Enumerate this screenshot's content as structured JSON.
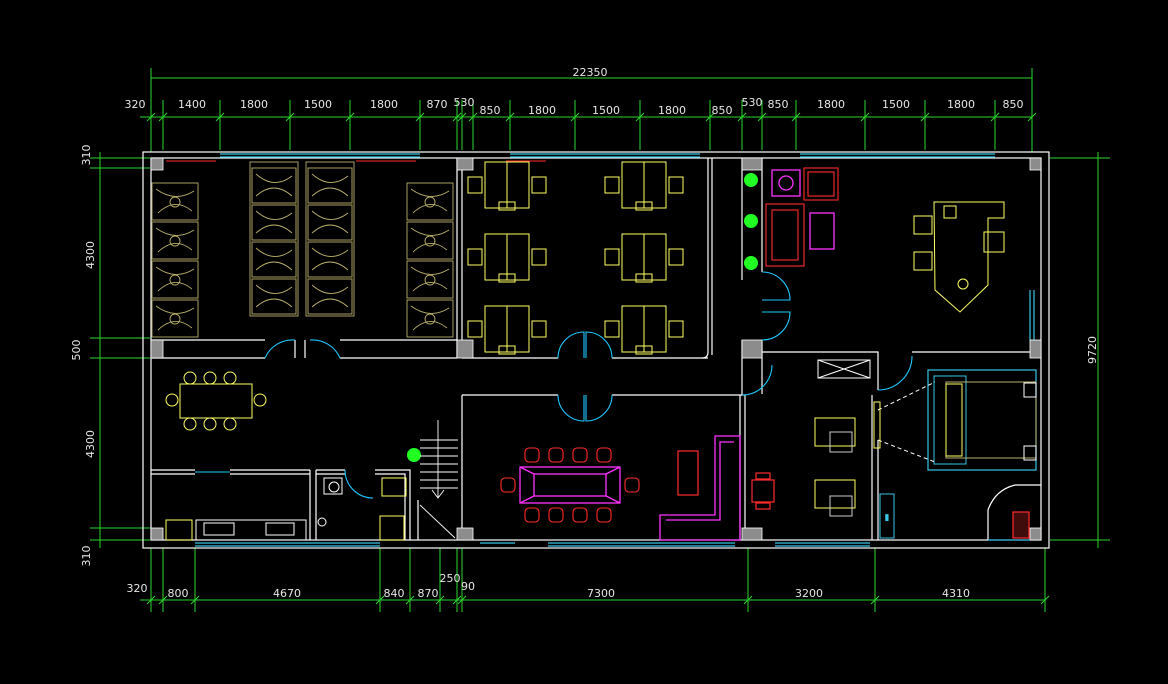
{
  "colors": {
    "background": "#000000",
    "dimension": "#2bd62b",
    "wall": "#ffffff",
    "window": "#36c6e8",
    "door": "#1ec8ff",
    "bed": "#b9b06a",
    "desk": "#ffff66",
    "red": "#ff2b2b",
    "magenta": "#ff33ff",
    "plant": "#22ff22"
  },
  "top_dims": {
    "overall": "22350",
    "row1": [
      "320",
      "1400",
      "1800",
      "1500",
      "1800",
      "870",
      "530",
      "530",
      "850",
      "1800",
      "1500",
      "1800",
      "850"
    ],
    "row2": [
      "850",
      "1800",
      "1500",
      "1800",
      "850"
    ]
  },
  "bottom_dims": {
    "row": [
      "320",
      "800",
      "4670",
      "840",
      "870",
      "250",
      "90",
      "7300",
      "3200",
      "4310"
    ]
  },
  "left_dims": [
    "310",
    "4300",
    "500",
    "4300",
    "310"
  ],
  "right_dims": [
    "9720"
  ],
  "icons": [
    "pillar-icon",
    "plant-icon",
    "chair-icon",
    "door-swing-icon",
    "stair-arrow-icon"
  ]
}
